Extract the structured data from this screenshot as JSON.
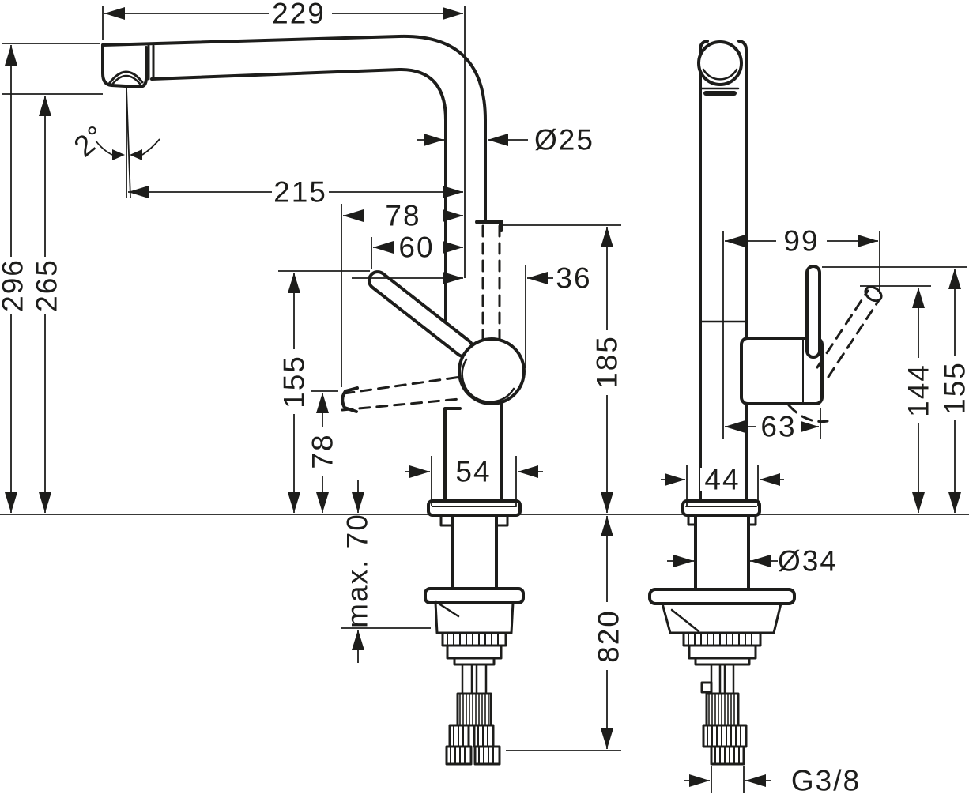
{
  "drawing": {
    "background": "#ffffff",
    "line_color": "#1d1d1b",
    "views": [
      "front view",
      "side view"
    ]
  },
  "dims": {
    "reach": "229",
    "height_total": "296",
    "height_outlet": "265",
    "angle": "2°",
    "reach_outlet": "215",
    "handle_open_reach": "78",
    "handle_reach": "60",
    "spout_diameter": "Ø25",
    "body_offset": "36",
    "handle_height": "155",
    "handle_open_height": "78",
    "outlet_height": "185",
    "base_width": "54",
    "counter_max": "max. 70",
    "hose_length": "820",
    "side_handle_reach": "99",
    "side_handle_open_height": "144",
    "side_handle_height": "155",
    "side_body_depth": "63",
    "base_depth": "44",
    "shank_diameter": "Ø34",
    "thread": "G3/8"
  }
}
